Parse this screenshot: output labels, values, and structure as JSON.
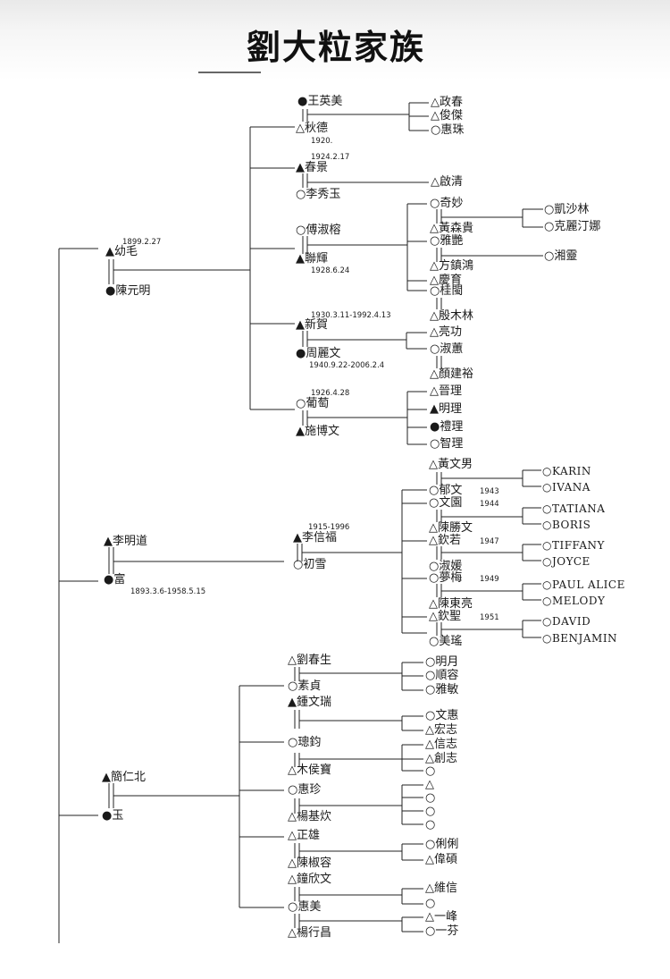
{
  "title": "劉大粒家族",
  "generation_1": {
    "branch_1": {
      "husband": "▲幼毛",
      "husband_date": "1899.2.27",
      "wife": "●陳元明"
    },
    "branch_2": {
      "husband": "▲李明道",
      "wife": "●富",
      "wife_date": "1893.3.6-1958.5.15"
    },
    "branch_3": {
      "husband": "▲簡仁北",
      "wife": "●玉"
    }
  },
  "family_1": {
    "c1": {
      "spouse": "●王英美",
      "name": "△秋德",
      "date": "1920.",
      "children": [
        "△政春",
        "△俊傑",
        "○惠珠"
      ]
    },
    "c2": {
      "date": "1924.2.17",
      "name": "▲春景",
      "spouse": "○李秀玉",
      "children": [
        "△啟清"
      ]
    },
    "c3": {
      "name": "○傅淑榕",
      "spouse": "▲聯輝",
      "date": "1928.6.24",
      "children": [
        "○奇妙",
        "△黃森貴",
        "○雅艷",
        "△方鎮鴻",
        "△慶育",
        "○桂閩",
        "△殷木林"
      ],
      "grandchildren_a": [
        "○凱沙林",
        "○克麗汀娜"
      ],
      "grandchildren_b": [
        "○湘靈"
      ]
    },
    "c4": {
      "date": "1930.3.11-1992.4.13",
      "name": "▲新賀",
      "spouse": "●周麗文",
      "spouse_date": "1940.9.22-2006.2.4",
      "children": [
        "△亮功",
        "○淑蕙",
        "△顏建裕"
      ]
    },
    "c5": {
      "date": "1926.4.28",
      "name": "○葡萄",
      "spouse": "▲施博文",
      "children": [
        "△晉理",
        "▲明理",
        "●禮理",
        "○智理"
      ]
    }
  },
  "family_2": {
    "c1": {
      "date": "1915-1996",
      "name": "▲李信福",
      "spouse": "○初雪"
    },
    "gc": [
      {
        "name": "△黃文男"
      },
      {
        "name": "○郁文",
        "date": "1943"
      },
      {
        "name": "○文園",
        "date": "1944"
      },
      {
        "name": "△陳勝文"
      },
      {
        "name": "△欽若",
        "date": "1947"
      },
      {
        "name": "○淑媛"
      },
      {
        "name": "○夢梅",
        "date": "1949"
      },
      {
        "name": "△陳東亮"
      },
      {
        "name": "△欽聖",
        "date": "1951"
      },
      {
        "name": "○美瑤"
      }
    ],
    "ggc": [
      "○KARIN",
      "○IVANA",
      "○TATIANA",
      "○BORIS",
      "○TIFFANY",
      "○JOYCE",
      "○PAUL ALICE",
      "○MELODY",
      "○DAVID",
      "○BENJAMIN"
    ]
  },
  "family_3": {
    "c1": {
      "name": "△劉春生",
      "spouse": "○素貞",
      "children": [
        "○明月",
        "○順容",
        "○雅敏"
      ]
    },
    "c2": {
      "name": "▲鍾文瑞",
      "children": [
        "○文惠",
        "△宏志"
      ]
    },
    "c3": {
      "name": "○璁鈞",
      "spouse": "△木侯寶",
      "children": [
        "△信志",
        "△創志",
        "○"
      ]
    },
    "c4": {
      "name": "○惠珍",
      "spouse": "△楊基炊",
      "children": [
        "△",
        "○",
        "○",
        "○"
      ]
    },
    "c5": {
      "name": "△正雄",
      "spouse": "△陳椒容",
      "children": [
        "○俐俐",
        "△偉碩"
      ]
    },
    "c6": {
      "name": "△鐘欣文",
      "spouse": "○惠美",
      "children": [
        "△維信",
        "○"
      ]
    },
    "c7": {
      "spouse": "△楊行昌",
      "children": [
        "△一峰",
        "○一芬"
      ]
    }
  }
}
